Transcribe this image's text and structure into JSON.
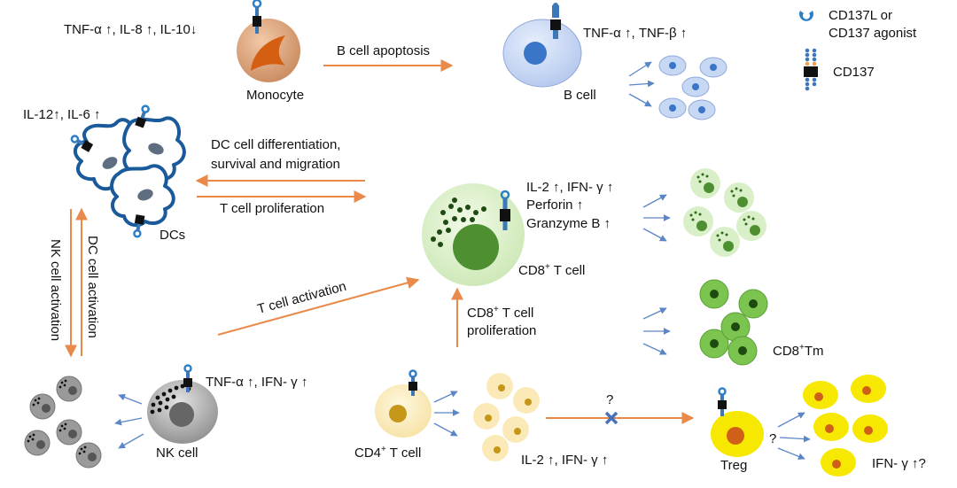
{
  "legend": {
    "ligand_label_line1": "CD137L or",
    "ligand_label_line2": "CD137 agonist",
    "receptor_label": "CD137"
  },
  "monocyte": {
    "label": "Monocyte",
    "cytokines": "TNF-α ↑, IL-8 ↑, IL-10↓"
  },
  "b_cell": {
    "label": "B cell",
    "cytokines": "TNF-α ↑, TNF-β ↑",
    "arrow_label": "B cell apoptosis"
  },
  "dcs": {
    "label": "DCs",
    "cytokines": "IL-12↑, IL-6 ↑",
    "differentiation_line1": "DC cell differentiation,",
    "differentiation_line2": "survival and migration",
    "t_proliferation": "T cell proliferation",
    "dc_activation": "DC cell activation",
    "nk_activation": "NK cell activation"
  },
  "cd8_t_cell": {
    "label_main": "CD8",
    "label_sup": "+",
    "label_rest": " T cell",
    "effects_line1": "IL-2 ↑, IFN- γ ↑",
    "effects_line2": "Perforin ↑",
    "effects_line3": "Granzyme  B ↑",
    "t_activation": "T cell activation",
    "prolif_line1_main": "CD8",
    "prolif_line1_sup": "+",
    "prolif_line1_rest": " T cell",
    "prolif_line2": "proliferation"
  },
  "cd8_tm": {
    "label_main": "CD8",
    "label_sup": "+",
    "label_rest": "Tm"
  },
  "nk_cell": {
    "label": "NK cell",
    "cytokines": "TNF-α ↑, IFN- γ ↑"
  },
  "cd4_t_cell": {
    "label_main": "CD4",
    "label_sup": "+",
    "label_rest": " T cell",
    "cytokines": "IL-2 ↑, IFN- γ ↑",
    "question": "?"
  },
  "treg": {
    "label": "Treg",
    "question": "?",
    "cytokines": "IFN- γ ↑?"
  },
  "colors": {
    "arrow_orange": "#e98a4a",
    "arrow_blue": "#5a86c8",
    "receptor_blue": "#3c78b8",
    "receptor_black": "#111111",
    "ligand_orange": "#f0a050",
    "monocyte_body": "#dfa27e",
    "monocyte_nucleus": "#d45f12",
    "b_cell_body": "#c6d8f4",
    "b_cell_nucleus": "#3a76c8",
    "dc_outline": "#1a5a9a",
    "cd8_body": "#d8efc8",
    "cd8_nucleus": "#4e8f32",
    "tm_body": "#7cc450",
    "tm_nucleus": "#1e4a10",
    "nk_body": "#a8a8a8",
    "nk_nucleus": "#666666",
    "cd4_body": "#fbeab8",
    "cd4_nucleus": "#c69618",
    "treg_body": "#f6e800",
    "treg_nucleus": "#d06018"
  }
}
